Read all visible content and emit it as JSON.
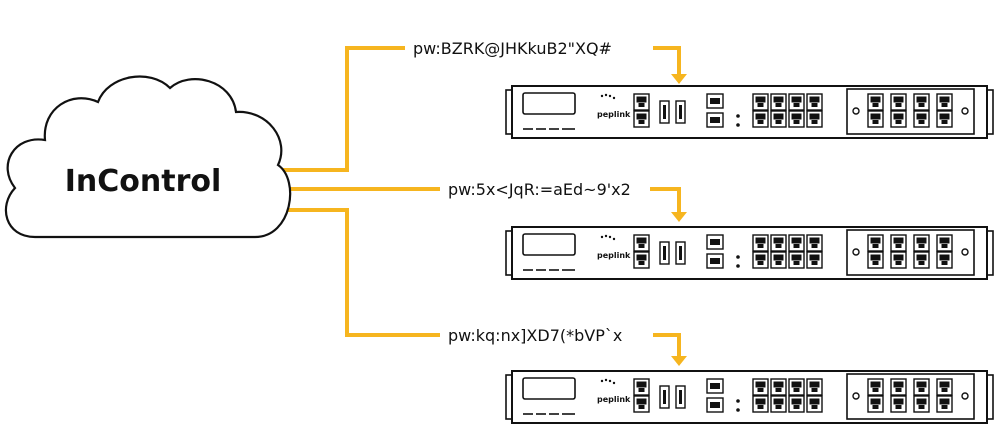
{
  "cloud": {
    "label": "InControl"
  },
  "connector_color": "#f6b51f",
  "stroke_color": "#111111",
  "devices": [
    {
      "password": "pw:BZRK@JHKkuB2\"XQ#",
      "brand": "peplink"
    },
    {
      "password": "pw:5x<JqR:=aEd~9'x2",
      "brand": "peplink"
    },
    {
      "password": "pw:kq:nx]XD7(*bVP`x",
      "brand": "peplink"
    }
  ]
}
